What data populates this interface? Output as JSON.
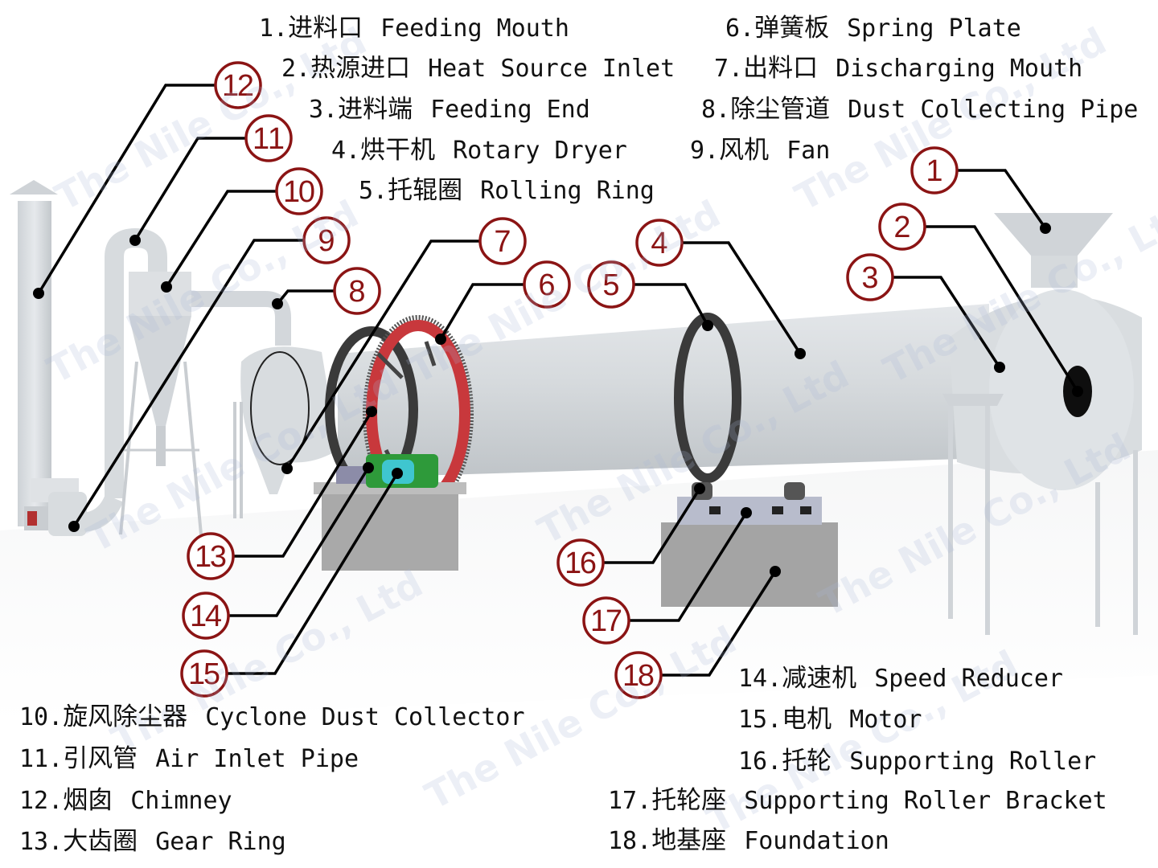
{
  "title": "Rotary Dryer Structure Diagram",
  "watermark": "The Nile Co., Ltd",
  "colors": {
    "callout_ring": "#8b1414",
    "leader_line": "#000000",
    "shell": "#d4d8dc",
    "gear_ring": "#c8383c",
    "reducer": "#2e9a3a",
    "motor": "#3fc6cf",
    "foundation": "#9a9a9a"
  },
  "legend": [
    {
      "num": "1.",
      "zh": "进料口",
      "en": "Feeding Mouth"
    },
    {
      "num": "2.",
      "zh": "热源进口",
      "en": "Heat Source Inlet"
    },
    {
      "num": "3.",
      "zh": "进料端",
      "en": "Feeding End"
    },
    {
      "num": "4.",
      "zh": "烘干机",
      "en": "Rotary Dryer"
    },
    {
      "num": "5.",
      "zh": "托辊圈",
      "en": "Rolling Ring"
    },
    {
      "num": "6.",
      "zh": "弹簧板",
      "en": "Spring Plate"
    },
    {
      "num": "7.",
      "zh": "出料口",
      "en": "Discharging Mouth"
    },
    {
      "num": "8.",
      "zh": "除尘管道",
      "en": "Dust Collecting Pipe"
    },
    {
      "num": "9.",
      "zh": "风机",
      "en": "Fan"
    },
    {
      "num": "10.",
      "zh": "旋风除尘器",
      "en": "Cyclone Dust Collector"
    },
    {
      "num": "11.",
      "zh": "引风管",
      "en": "Air Inlet Pipe"
    },
    {
      "num": "12.",
      "zh": "烟囱",
      "en": "Chimney"
    },
    {
      "num": "13.",
      "zh": "大齿圈",
      "en": "Gear Ring"
    },
    {
      "num": "14.",
      "zh": "减速机",
      "en": "Speed Reducer"
    },
    {
      "num": "15.",
      "zh": "电机",
      "en": "Motor"
    },
    {
      "num": "16.",
      "zh": "托轮",
      "en": "Supporting Roller"
    },
    {
      "num": "17.",
      "zh": "托轮座",
      "en": "Supporting Roller Bracket"
    },
    {
      "num": "18.",
      "zh": "地基座",
      "en": "Foundation"
    }
  ],
  "callouts": [
    "1",
    "2",
    "3",
    "4",
    "5",
    "6",
    "7",
    "8",
    "9",
    "10",
    "11",
    "12",
    "13",
    "14",
    "15",
    "16",
    "17",
    "18"
  ]
}
